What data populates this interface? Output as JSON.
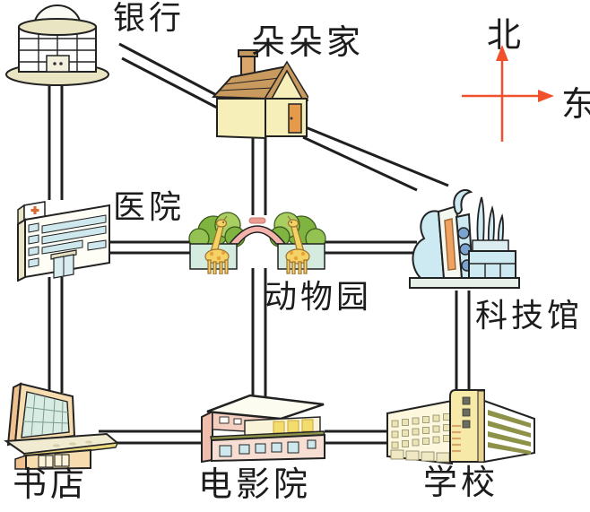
{
  "figure": {
    "type": "direction-map-illustration",
    "background": "#ffffff"
  },
  "compass": {
    "north_label": "北",
    "east_label": "东",
    "arrow_color": "#f1502b"
  },
  "places": {
    "bank": {
      "label": "银行",
      "icon": "domed-round-bank-building"
    },
    "duoduo_home": {
      "label": "朵朵家",
      "icon": "house-with-chimney"
    },
    "hospital": {
      "label": "医院",
      "icon": "hospital-building-with-red-cross"
    },
    "zoo": {
      "label": "动物园",
      "icon": "zoo-gate-with-giraffes-and-trees"
    },
    "science_museum": {
      "label": "科技馆",
      "icon": "modern-curved-museum-building"
    },
    "bookstore": {
      "label": "书店",
      "icon": "glass-front-shop-with-awning"
    },
    "cinema": {
      "label": "电影院",
      "icon": "cinema-hall-building"
    },
    "school": {
      "label": "学校",
      "icon": "school-building-with-tower-and-wings"
    }
  },
  "roads": {
    "color": "#1f1f1f",
    "style": "double-line",
    "connections": [
      {
        "from": "bank",
        "to": "duoduo_home",
        "direction": "diagonal"
      },
      {
        "from": "duoduo_home",
        "to": "science_museum",
        "direction": "diagonal"
      },
      {
        "from": "bank",
        "to": "hospital",
        "direction": "vertical"
      },
      {
        "from": "hospital",
        "to": "bookstore",
        "direction": "vertical"
      },
      {
        "from": "duoduo_home",
        "to": "zoo",
        "direction": "vertical"
      },
      {
        "from": "zoo",
        "to": "cinema",
        "direction": "vertical"
      },
      {
        "from": "science_museum",
        "to": "school",
        "direction": "vertical"
      },
      {
        "from": "hospital",
        "to": "zoo",
        "direction": "horizontal"
      },
      {
        "from": "zoo",
        "to": "science_museum",
        "direction": "horizontal"
      },
      {
        "from": "bookstore",
        "to": "cinema",
        "direction": "horizontal"
      },
      {
        "from": "cinema",
        "to": "school",
        "direction": "horizontal"
      }
    ]
  },
  "palette": {
    "building_outline": "#222222",
    "roof_brown": "#c99a5e",
    "wall_yellow": "#f6efb9",
    "window_blue": "#cfe8ee",
    "tree_green": "#7fb440",
    "arch_pink": "#f3b3aa",
    "giraffe_yellow": "#f5d264",
    "museum_blue": "#cdeaf2",
    "accent_orange": "#f0a263",
    "awning_olive": "#8e9148",
    "compass_orange": "#f1502b"
  }
}
